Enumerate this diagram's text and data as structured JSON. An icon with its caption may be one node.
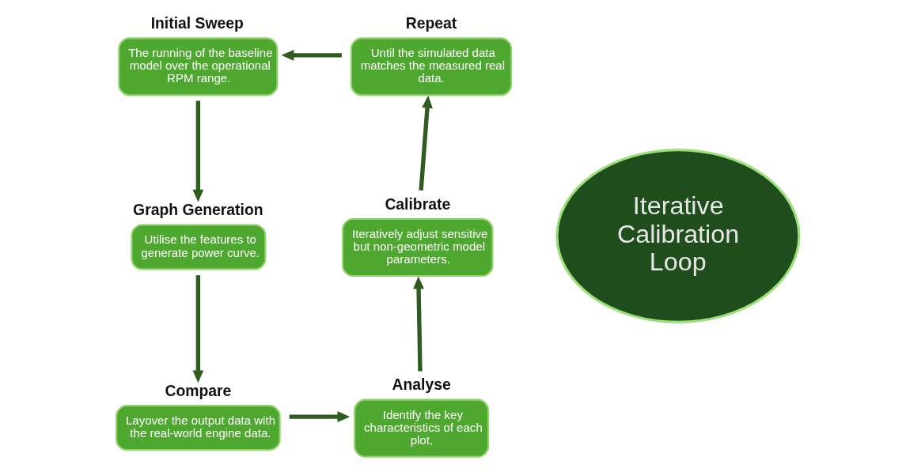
{
  "diagram": {
    "nodes": [
      {
        "text": [
          "Initial Sweep",
          "The running of the baseline model over the operational RPM range."
        ]
      },
      {
        "text": [
          "Graph Generation",
          "Utilise the features to generate power curve."
        ]
      },
      {
        "text": [
          "Compare",
          "Layover the output data with the real-world engine data."
        ]
      },
      {
        "text": [
          "Analyse",
          "Identify the key characteristics of each plot."
        ]
      },
      {
        "text": [
          "Calibrate",
          "Iteratively adjust sensitive but non-geometric model parameters."
        ]
      },
      {
        "text": [
          "Repeat",
          "Until the simulated data matches the measured real data."
        ]
      },
      {
        "text": [
          "Iterative Calibration Loop"
        ]
      }
    ],
    "edges": [
      {
        "from": 0,
        "to": 1,
        "arrow": "to"
      },
      {
        "from": 1,
        "to": 2,
        "arrow": "to"
      },
      {
        "from": 2,
        "to": 3,
        "arrow": "to"
      },
      {
        "from": 3,
        "to": 4,
        "arrow": "to"
      },
      {
        "from": 4,
        "to": 5,
        "arrow": "to"
      },
      {
        "from": 5,
        "to": 0,
        "arrow": "to"
      }
    ]
  }
}
